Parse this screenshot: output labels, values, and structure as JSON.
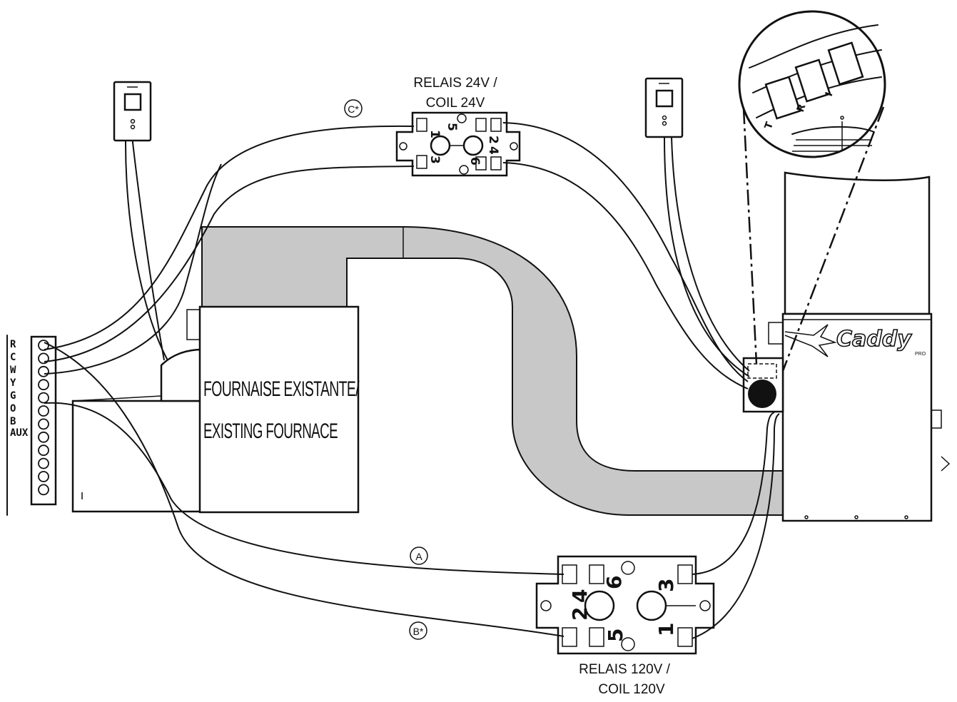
{
  "relay_top": {
    "title_line1": "RELAIS 24V /",
    "title_line2": "COIL 24V",
    "pins": [
      "1",
      "5",
      "3",
      "2",
      "4",
      "6"
    ]
  },
  "relay_bottom": {
    "title_line1": "RELAIS 120V /",
    "title_line2": "COIL 120V",
    "pins": [
      "2",
      "4",
      "6",
      "5",
      "3",
      "1"
    ]
  },
  "wire_labels": {
    "a": "A",
    "b": "B*",
    "c": "C*"
  },
  "furnace": {
    "label_line1": "FOURNAISE EXISTANTE/",
    "label_line2": "EXISTING FOURNACE"
  },
  "terminal_strip": {
    "labels": [
      "R",
      "C",
      "W",
      "Y",
      "G",
      "O",
      "B",
      "AUX"
    ]
  },
  "caddy": {
    "brand": "Caddy",
    "sub": "PRO"
  },
  "detail": {
    "terminals": [
      "T",
      "R",
      "I"
    ]
  }
}
